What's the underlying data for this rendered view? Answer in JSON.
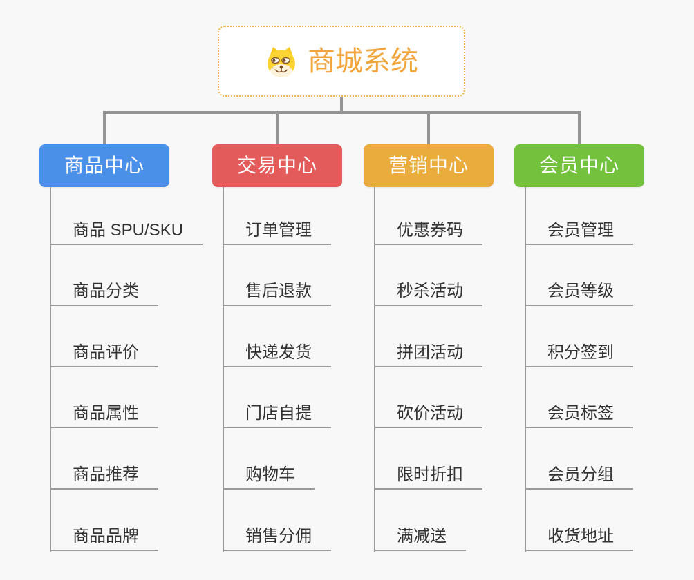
{
  "root": {
    "title": "商城系统",
    "icon": "doge-icon"
  },
  "branches": [
    {
      "label": "商品中心",
      "color": "#4A8FE8",
      "children": [
        "商品 SPU/SKU",
        "商品分类",
        "商品评价",
        "商品属性",
        "商品推荐",
        "商品品牌"
      ]
    },
    {
      "label": "交易中心",
      "color": "#E45B5B",
      "children": [
        "订单管理",
        "售后退款",
        "快递发货",
        "门店自提",
        "购物车",
        "销售分佣"
      ]
    },
    {
      "label": "营销中心",
      "color": "#EBAC3E",
      "children": [
        "优惠券码",
        "秒杀活动",
        "拼团活动",
        "砍价活动",
        "限时折扣",
        "满减送"
      ]
    },
    {
      "label": "会员中心",
      "color": "#74C13D",
      "children": [
        "会员管理",
        "会员等级",
        "积分签到",
        "会员标签",
        "会员分组",
        "收货地址"
      ]
    }
  ],
  "colors": {
    "canvas_background": "#F8F8F8",
    "connector": "#949494",
    "subtopic_underline": "#999999",
    "subtopic_text": "#333333",
    "root_border": "#F2B04A",
    "root_title": "#F2A53C"
  }
}
